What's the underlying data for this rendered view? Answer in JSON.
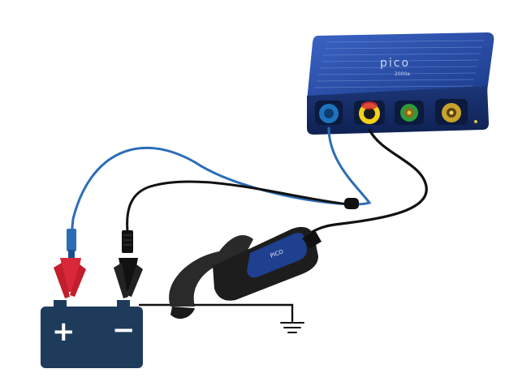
{
  "scope": {
    "brand": "pico",
    "model": "2000a",
    "body_color": "#1f3f8f",
    "channels": [
      {
        "id": "a",
        "color": "#1e73be"
      },
      {
        "id": "b",
        "color": "#f2d21a"
      },
      {
        "id": "c",
        "color": "#2f9b3a"
      },
      {
        "id": "d",
        "color": "#c8a22a"
      }
    ]
  },
  "battery": {
    "positive_symbol": "+",
    "negative_symbol": "−",
    "color": "#1f3b5c"
  },
  "current_clamp": {
    "label": "PICO",
    "color": "#1f3f8f"
  },
  "wires": {
    "blue": "#2c6db5",
    "black": "#111111"
  },
  "clips": {
    "positive": "#d8283a",
    "negative": "#111111"
  },
  "ground_symbol": "ground-icon"
}
